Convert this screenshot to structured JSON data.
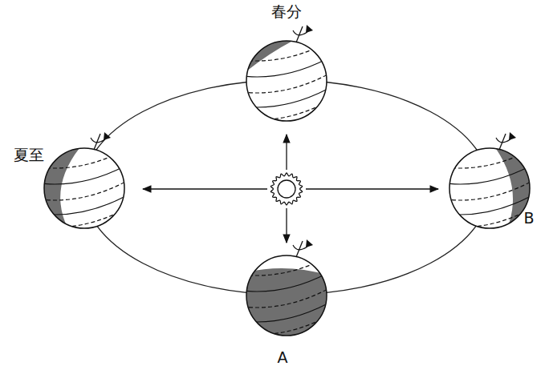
{
  "diagram": {
    "labels": [
      "春分",
      "夏至",
      "A",
      "B"
    ]
  }
}
